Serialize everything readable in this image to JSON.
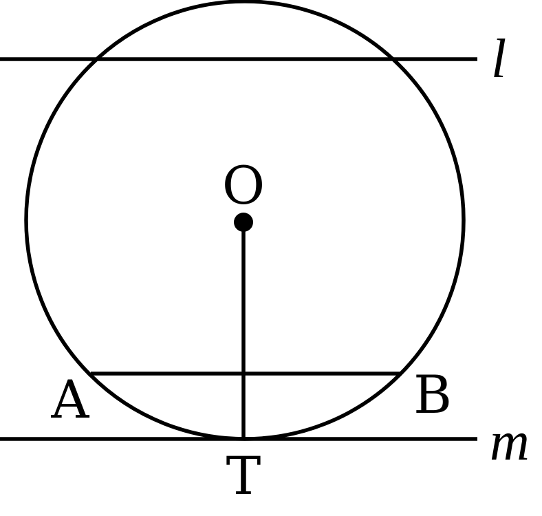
{
  "diagram": {
    "labels": {
      "line_l": "l",
      "line_m": "m",
      "point_O": "O",
      "point_A": "A",
      "point_B": "B",
      "point_T": "T"
    }
  }
}
